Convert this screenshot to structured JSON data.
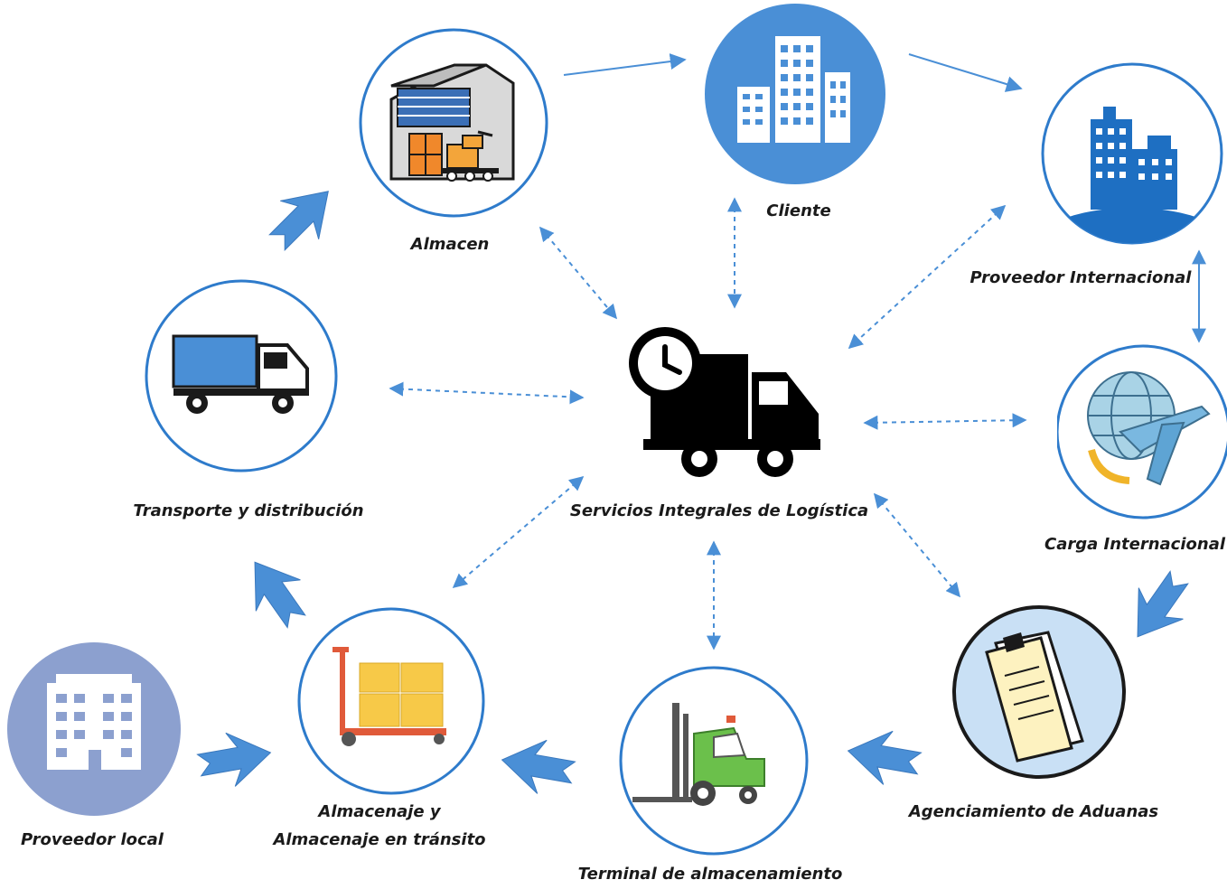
{
  "labels": {
    "almacen": "Almacen",
    "cliente": "Cliente",
    "proveedor_internacional": "Proveedor Internacional",
    "transporte": "Transporte y distribución",
    "servicios": "Servicios Integrales de Logística",
    "carga_internacional": "Carga Internacional",
    "agenciamiento": "Agenciamiento de Aduanas",
    "almacenaje_line1": "Almacenaje y",
    "almacenaje_line2": "Almacenaje en tránsito",
    "terminal": "Terminal de almacenamiento",
    "proveedor_local": "Proveedor local"
  },
  "colors": {
    "ring": "#2e7bcb",
    "flow_arrow": "#4a8fd6",
    "dashed_link": "#4a8fd6",
    "cliente_fill": "#4a8fd6",
    "proveedor_local_fill": "#8ca0cf",
    "center_icon": "#000000"
  },
  "icons": {
    "almacen": "warehouse-icon",
    "cliente": "office-buildings-icon",
    "proveedor_internacional": "city-skyline-icon",
    "transporte": "delivery-truck-icon",
    "servicios": "clock-truck-icon",
    "carga_internacional": "globe-airplane-icon",
    "agenciamiento": "clipboard-documents-icon",
    "almacenaje": "hand-pallet-truck-icon",
    "terminal": "forklift-icon",
    "proveedor_local": "office-building-icon"
  }
}
